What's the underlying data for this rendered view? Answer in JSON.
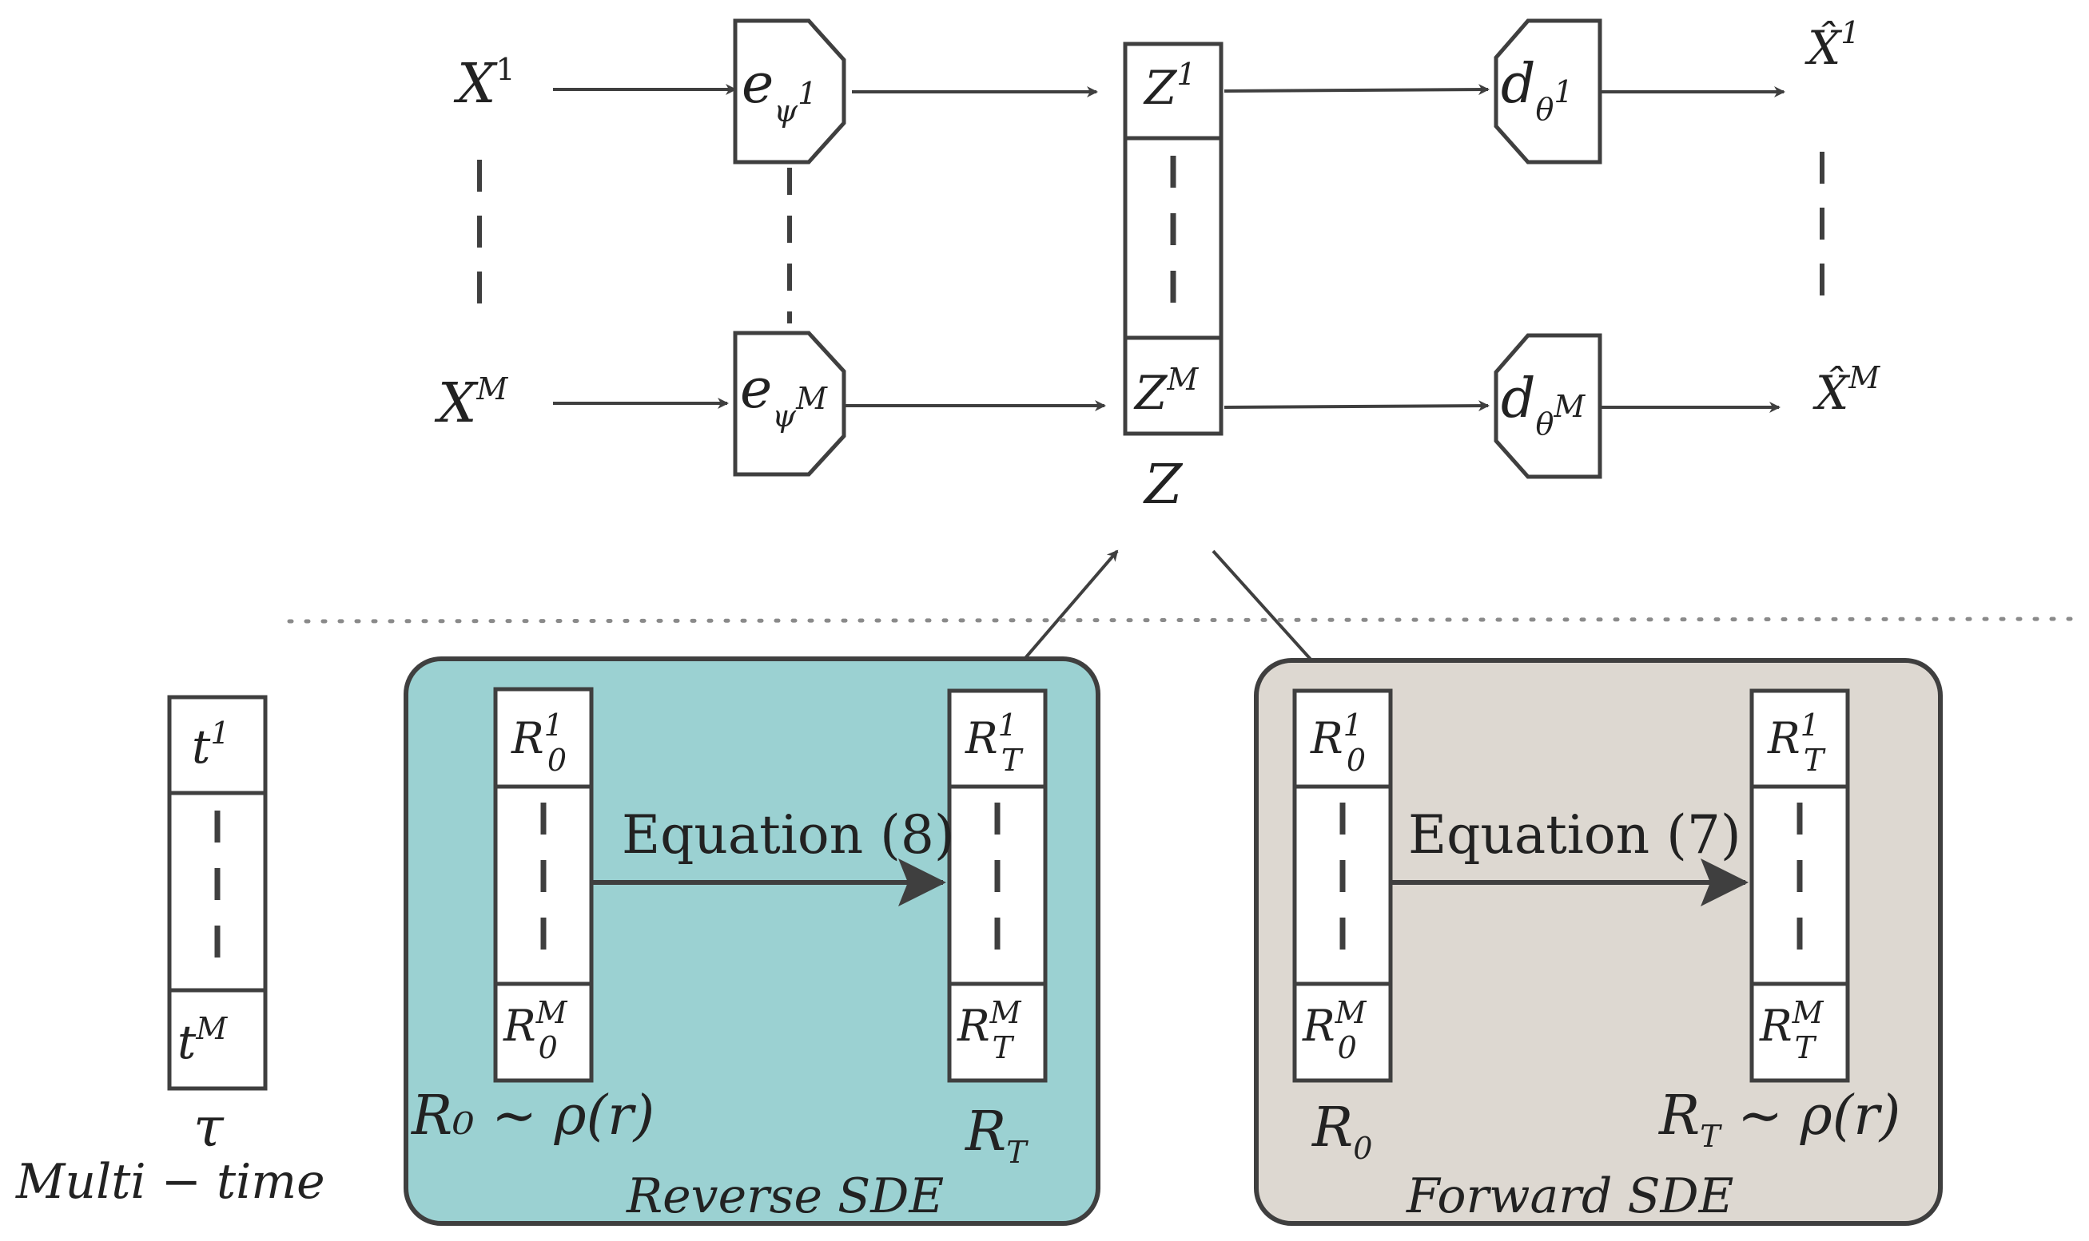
{
  "inputs": {
    "x1": {
      "base": "X",
      "sup": "1"
    },
    "xM": {
      "base": "X",
      "sup": "M"
    }
  },
  "encoders": {
    "e1": {
      "base": "e",
      "sub": "ψ",
      "subsup": "1"
    },
    "eM": {
      "base": "e",
      "sub": "ψ",
      "subsup": "M"
    }
  },
  "latent": {
    "z1": {
      "base": "Z",
      "sup": "1"
    },
    "zM": {
      "base": "Z",
      "sup": "M"
    },
    "label": "Z"
  },
  "decoders": {
    "d1": {
      "base": "d",
      "sub": "θ",
      "subsup": "1"
    },
    "dM": {
      "base": "d",
      "sub": "θ",
      "subsup": "M"
    }
  },
  "outputs": {
    "xhat1": {
      "base": "X̂",
      "sup": "1"
    },
    "xhatM": {
      "base": "X̂",
      "sup": "M"
    }
  },
  "time": {
    "t1": {
      "base": "t",
      "sup": "1"
    },
    "tM": {
      "base": "t",
      "sup": "M"
    },
    "symbol": "τ",
    "caption": "Multi − time"
  },
  "reverse": {
    "left_top": {
      "base": "R",
      "sub": "0",
      "sup": "1"
    },
    "left_bot": {
      "base": "R",
      "sub": "0",
      "sup": "M"
    },
    "right_top": {
      "base": "R",
      "sub": "T",
      "sup": "1"
    },
    "right_bot": {
      "base": "R",
      "sub": "T",
      "sup": "M"
    },
    "equation": "Equation (8)",
    "left_label": "R₀ ∼ ρ(r)",
    "right_label": "R",
    "right_label_sub": "T",
    "caption": "Reverse SDE",
    "fill": "#9bd1d2"
  },
  "forward": {
    "left_top": {
      "base": "R",
      "sub": "0",
      "sup": "1"
    },
    "left_bot": {
      "base": "R",
      "sub": "0",
      "sup": "M"
    },
    "right_top": {
      "base": "R",
      "sub": "T",
      "sup": "1"
    },
    "right_bot": {
      "base": "R",
      "sub": "T",
      "sup": "M"
    },
    "equation": "Equation (7)",
    "left_label": "R",
    "left_label_sub": "0",
    "right_label": "R",
    "right_label_sub": "T",
    "right_label_tail": " ∼ ρ(r)",
    "caption": "Forward SDE",
    "fill": "#ddd8d1"
  },
  "colors": {
    "stroke": "#3f3f3f",
    "text": "#222222"
  }
}
